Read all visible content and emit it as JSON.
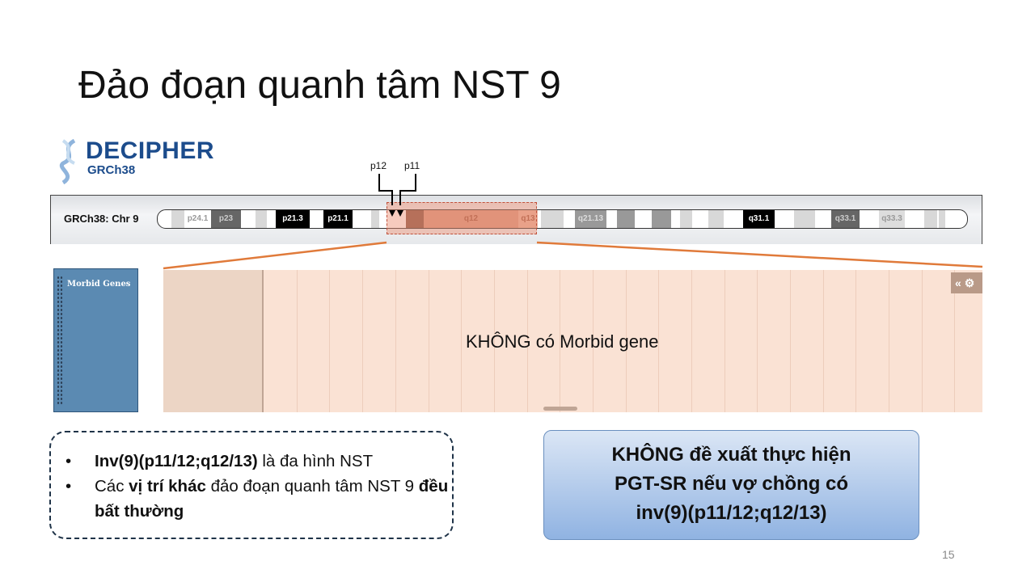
{
  "slide": {
    "title": "Đảo đoạn quanh tâm NST 9",
    "page_number": "15"
  },
  "logo": {
    "name": "DECIPHER",
    "assembly": "GRCh38"
  },
  "chromosome": {
    "label": "GRCh38: Chr 9",
    "bands": [
      "p24.1",
      "p23",
      "p21.3",
      "p21.1",
      "q12",
      "q13",
      "q21.13",
      "q31.1",
      "q33.1",
      "q33.3"
    ],
    "arrows": {
      "p12": "p12",
      "p11": "p11"
    },
    "highlight_color": "#ec8c6e"
  },
  "track": {
    "name": "Morbid Genes",
    "message": "KHÔNG có Morbid gene",
    "controls": "«"
  },
  "notes": {
    "item1_bold": "Inv(9)(p11/12;q12/13)",
    "item1_rest": " là đa hình NST",
    "item2_a": "Các ",
    "item2_bold1": "vị trí khác",
    "item2_b": " đảo đoạn quanh tâm NST 9 ",
    "item2_bold2": "đều bất thường"
  },
  "recommendation": {
    "line1": "KHÔNG đề xuất thực hiện",
    "line2": "PGT-SR nếu vợ chồng có",
    "line3": "inv(9)(p11/12;q12/13)"
  }
}
